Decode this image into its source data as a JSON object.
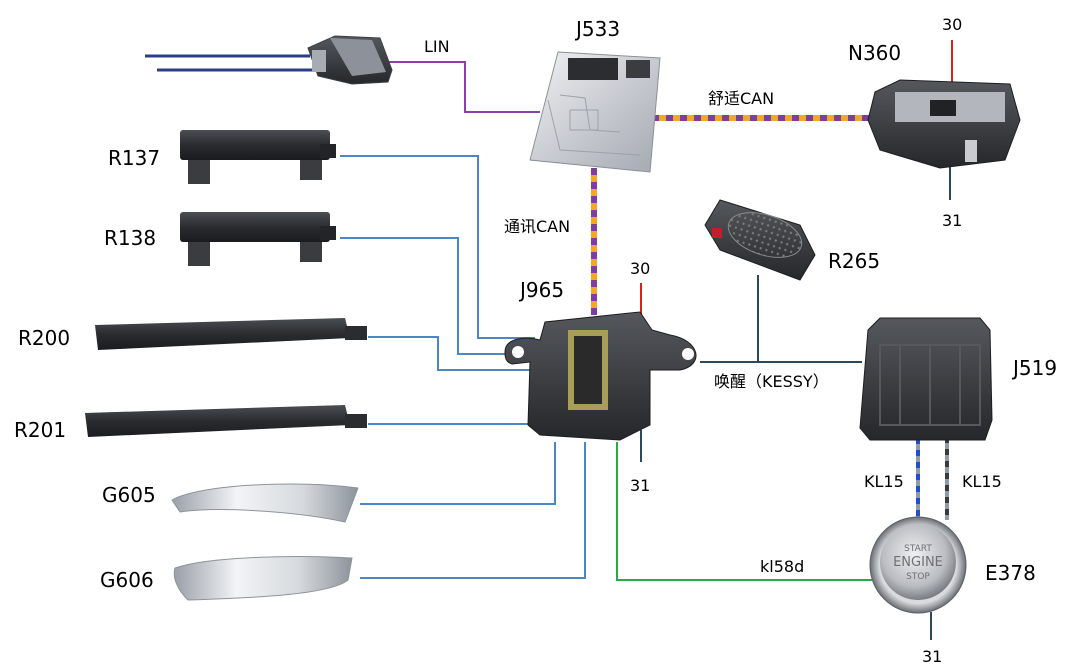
{
  "components": {
    "lin_connector": "",
    "j533": "J533",
    "n360": "N360",
    "r137": "R137",
    "r138": "R138",
    "r200": "R200",
    "r201": "R201",
    "g605": "G605",
    "g606": "G606",
    "j965": "J965",
    "r265": "R265",
    "j519": "J519",
    "e378": "E378",
    "e378_button_text": [
      "START",
      "ENGINE",
      "STOP"
    ]
  },
  "connections": {
    "lin": "LIN",
    "comfort_can": "舒适CAN",
    "comm_can": "通讯CAN",
    "wakeup": "唤醒（KESSY）",
    "kl15_left": "KL15",
    "kl15_right": "KL15",
    "kl58d": "kl58d"
  },
  "terminals": {
    "n360_top": "30",
    "n360_bottom": "31",
    "j965_top": "30",
    "j965_bottom": "31",
    "e378_bottom": "31"
  },
  "colors": {
    "lin": "#8b3fa8",
    "can_orange": "#f5a623",
    "can_purple": "#7b3fa0",
    "antenna_blue": "#4a86c8",
    "kl58d_green": "#2aa84a",
    "terminal_red": "#e0201c",
    "terminal_dark": "#2a4a5a",
    "kl15_blue": "#1f4fd0"
  }
}
